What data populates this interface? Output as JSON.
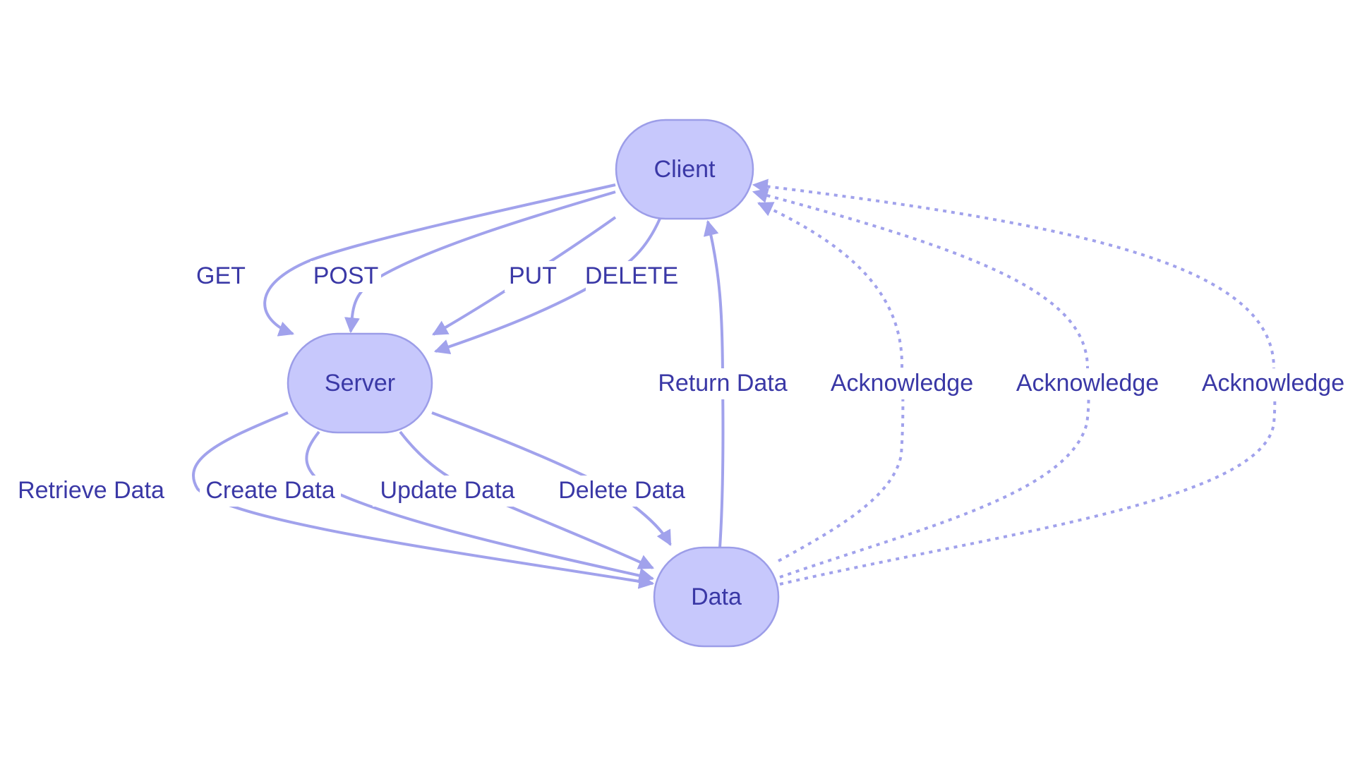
{
  "colors": {
    "node_fill": "#c7c8fc",
    "node_stroke": "#9c9de8",
    "edge": "#a1a2ec",
    "text": "#3a38a6",
    "background": "#ffffff"
  },
  "nodes": {
    "client": {
      "label": "Client"
    },
    "server": {
      "label": "Server"
    },
    "data": {
      "label": "Data"
    }
  },
  "edges": [
    {
      "from": "client",
      "to": "server",
      "label": "GET",
      "style": "solid"
    },
    {
      "from": "client",
      "to": "server",
      "label": "POST",
      "style": "solid"
    },
    {
      "from": "client",
      "to": "server",
      "label": "PUT",
      "style": "solid"
    },
    {
      "from": "client",
      "to": "server",
      "label": "DELETE",
      "style": "solid"
    },
    {
      "from": "server",
      "to": "data",
      "label": "Retrieve Data",
      "style": "solid"
    },
    {
      "from": "server",
      "to": "data",
      "label": "Create Data",
      "style": "solid"
    },
    {
      "from": "server",
      "to": "data",
      "label": "Update Data",
      "style": "solid"
    },
    {
      "from": "server",
      "to": "data",
      "label": "Delete Data",
      "style": "solid"
    },
    {
      "from": "data",
      "to": "client",
      "label": "Return Data",
      "style": "solid"
    },
    {
      "from": "data",
      "to": "client",
      "label": "Acknowledge",
      "style": "dashed"
    },
    {
      "from": "data",
      "to": "client",
      "label": "Acknowledge",
      "style": "dashed"
    },
    {
      "from": "data",
      "to": "client",
      "label": "Acknowledge",
      "style": "dashed"
    }
  ]
}
